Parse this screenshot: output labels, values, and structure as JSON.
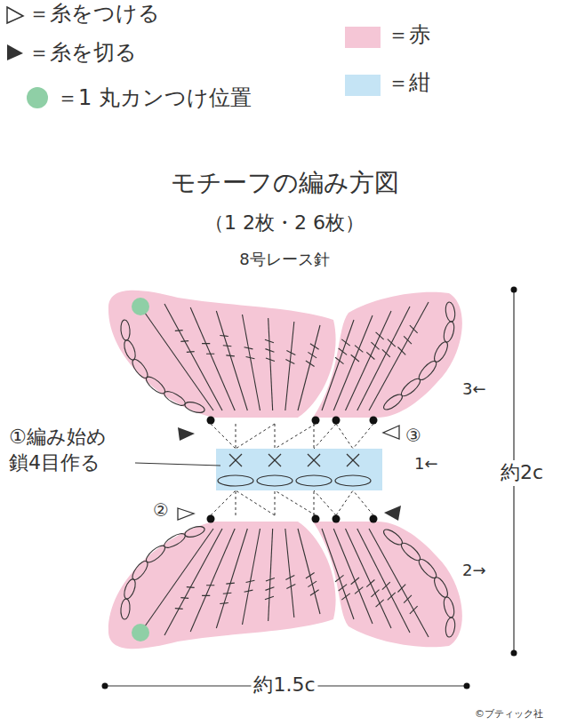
{
  "diagram": {
    "title": "モチーフの編み方図",
    "labels": [
      "（1 2枚・2 6枚）",
      "8号レース針",
      "①編み始め 鎖4目作る",
      "②",
      "③",
      "3←",
      "1←",
      "2→",
      "約2c",
      "約1.5c",
      "©ブティック社"
    ],
    "legend": [
      {
        "text": "＝糸をつける"
      },
      {
        "text": "＝糸を切る"
      },
      {
        "text": "＝1 丸カンつけ位置"
      },
      {
        "text": "＝赤",
        "color": "#f5c6d6"
      },
      {
        "text": "＝紺",
        "color": "#c5e4f5"
      }
    ]
  }
}
